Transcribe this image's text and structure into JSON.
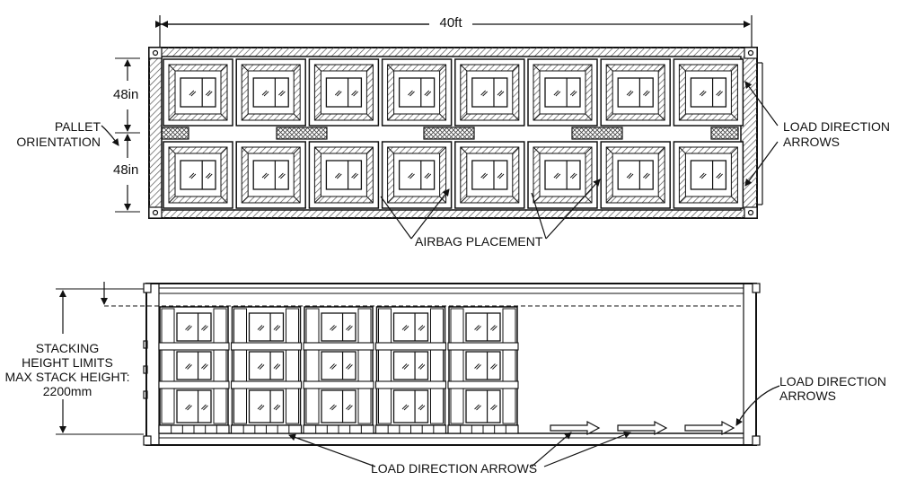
{
  "top_view": {
    "length_label": "40ft",
    "width_label_upper": "48in",
    "width_label_lower": "48in",
    "pallet_orientation_line1": "PALLET",
    "pallet_orientation_line2": "ORIENTATION",
    "load_direction_line1": "LOAD DIRECTION",
    "load_direction_line2": "ARROWS",
    "airbag_label": "AIRBAG PLACEMENT"
  },
  "side_view": {
    "stacking_line1": "STACKING",
    "stacking_line2": "HEIGHT LIMITS",
    "stacking_line3": "MAX STACK HEIGHT:",
    "stacking_line4": "2200mm",
    "load_direction_right_line1": "LOAD DIRECTION",
    "load_direction_right_line2": "ARROWS",
    "load_direction_bottom": "LOAD DIRECTION ARROWS"
  },
  "colors": {
    "line": "#111111",
    "background": "#ffffff",
    "hatch": "#555555"
  },
  "icons": [
    "window-icon",
    "airbag-icon",
    "direction-arrow-icon"
  ]
}
